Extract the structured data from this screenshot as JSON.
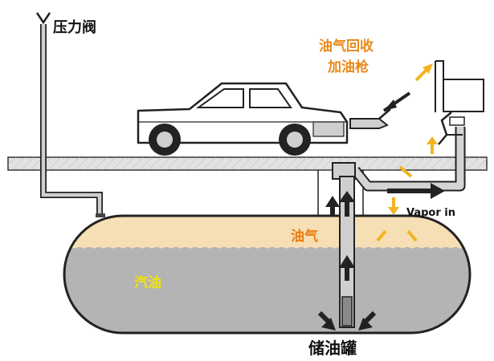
{
  "labels": {
    "pressure_valve": "压力阀",
    "nozzle_line1": "油气回收",
    "nozzle_line2": "加油枪",
    "vapor_in": "Vapor in",
    "vapor": "油气",
    "gasoline": "汽油",
    "tank": "储油罐"
  },
  "colors": {
    "vapor_layer": "#f6dfb4",
    "liquid_layer": "#b4b4b4",
    "ground": "#e2e2e2",
    "vapor_arrow": "#f2b422",
    "label_orange": "#e8891a",
    "label_yellow": "#f2e20c"
  }
}
